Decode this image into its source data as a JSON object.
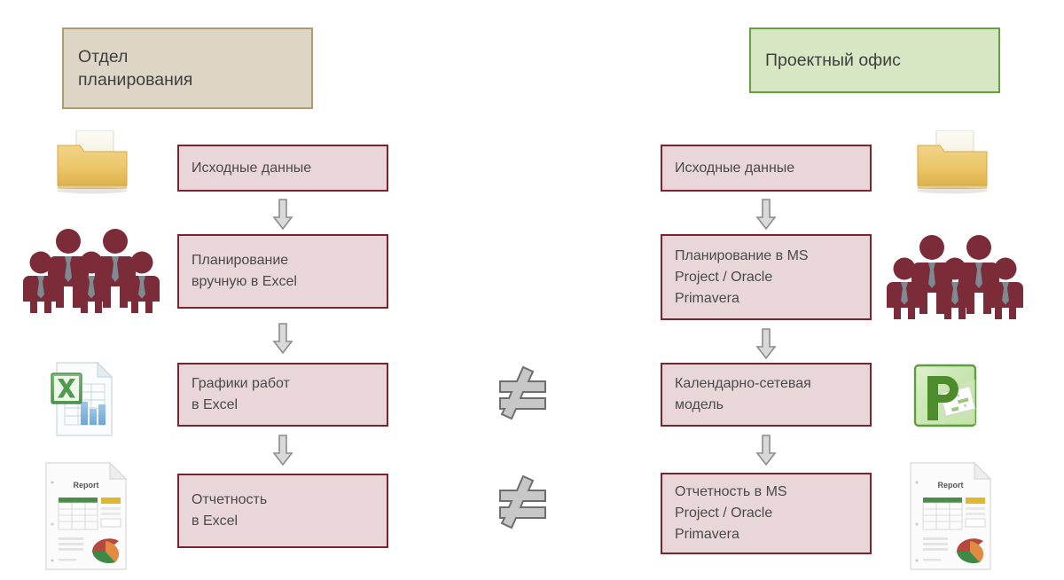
{
  "diagram": {
    "title_left": "Отдел\nпланирования",
    "title_right": "Проектный офис",
    "colors": {
      "left_header_fill": "#ddd6c6",
      "left_header_border": "#b09a6e",
      "right_header_fill": "#d7e7c3",
      "right_header_border": "#64a03c",
      "process_fill": "#e9d6d9",
      "process_border": "#7b2330",
      "arrow_fill": "#d9d9d9",
      "arrow_border": "#8c8c8c",
      "people_icon": "#7b2c38",
      "folder_icon": "#e8c35e",
      "excel_icon": "#4a9a52",
      "project_icon": "#73b043"
    },
    "left_column": {
      "header": "Отдел\nпланирования",
      "steps": [
        {
          "label": "Исходные данные",
          "icon": "folder-icon"
        },
        {
          "label": "Планирование\nвручную в  Excel",
          "icon": "people-group-icon"
        },
        {
          "label": "Графики работ\n в  Excel",
          "icon": "excel-file-icon"
        },
        {
          "label": "Отчетность\n в  Excel",
          "icon": "report-document-icon"
        }
      ]
    },
    "right_column": {
      "header": "Проектный офис",
      "steps": [
        {
          "label": "Исходные данные",
          "icon": "folder-icon"
        },
        {
          "label": "Планирование в MS\nProject / Oracle\nPrimavera",
          "icon": "people-group-icon"
        },
        {
          "label": "Календарно-сетевая\nмодель",
          "icon": "ms-project-icon"
        },
        {
          "label": "Отчетность в  MS\nProject / Oracle\nPrimavera",
          "icon": "report-document-icon"
        }
      ]
    },
    "comparators": [
      {
        "symbol": "≠",
        "name": "not-equal-schedule"
      },
      {
        "symbol": "≠",
        "name": "not-equal-reporting"
      }
    ],
    "report_icon_caption": "Report"
  }
}
